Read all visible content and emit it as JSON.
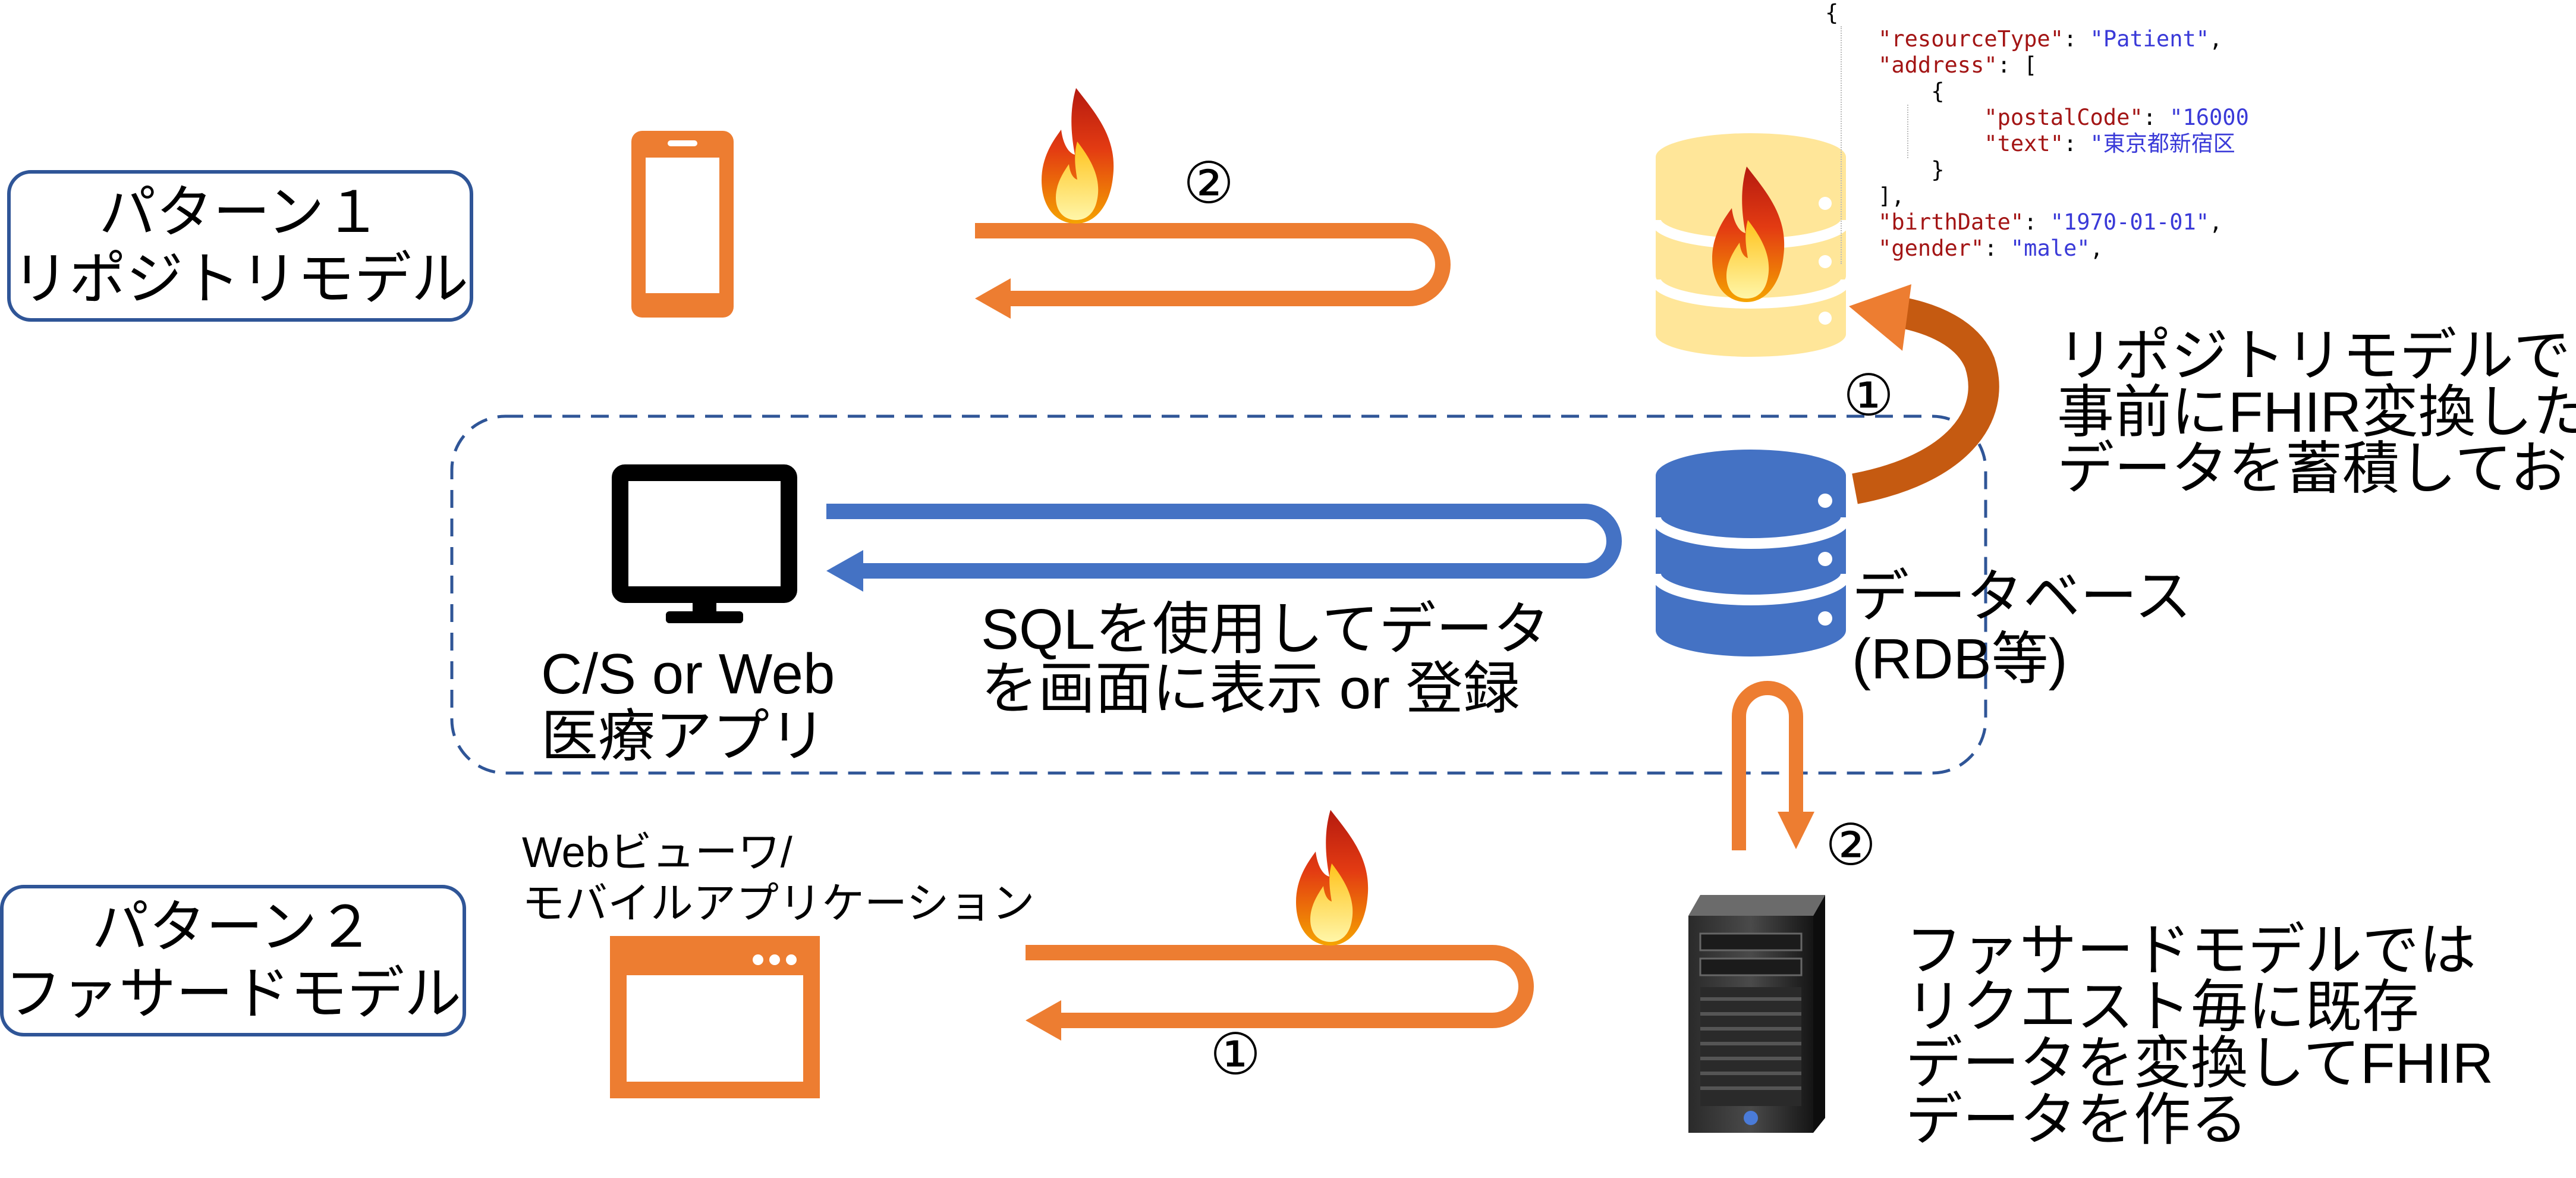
{
  "pattern1": {
    "line1": "パターン１",
    "line2": "リポジトリモデル"
  },
  "pattern2": {
    "line1": "パターン２",
    "line2": "ファサードモデル"
  },
  "legacy_app": {
    "line1": "C/S or Web",
    "line2": "医療アプリ"
  },
  "sql_text": {
    "line1": "SQLを使用してデータ",
    "line2": "を画面に表示 or 登録"
  },
  "database": {
    "line1": "データベース",
    "line2": "(RDB等)"
  },
  "web_viewer": {
    "line1": "Webビューワ/",
    "line2": "モバイルアプリケーション"
  },
  "repository_note": {
    "line1": "リポジトリモデルでは",
    "line2": "事前にFHIR変換した",
    "line3": "データを蓄積しておく"
  },
  "facade_note": {
    "line1": "ファサードモデルでは",
    "line2": "リクエスト毎に既存",
    "line3": "データを変換してFHIR",
    "line4": "データを作る"
  },
  "step_labels": {
    "top_arrow": "②",
    "repo_arrow": "①",
    "db_to_server": "②",
    "bottom_arrow": "①"
  },
  "json_sample": [
    {
      "indent": "",
      "key": "",
      "value": "{",
      "tail": ""
    },
    {
      "indent": "    ",
      "key": "\"resourceType\"",
      "value": "\"Patient\"",
      "tail": ","
    },
    {
      "indent": "    ",
      "key": "\"address\"",
      "value": "[",
      "tail": ""
    },
    {
      "indent": "        ",
      "key": "",
      "value": "{",
      "tail": ""
    },
    {
      "indent": "            ",
      "key": "\"postalCode\"",
      "value": "\"16000",
      "tail": ""
    },
    {
      "indent": "            ",
      "key": "\"text\"",
      "value": "\"東京都新宿区",
      "tail": ""
    },
    {
      "indent": "        ",
      "key": "",
      "value": "}",
      "tail": ""
    },
    {
      "indent": "    ",
      "key": "",
      "value": "],",
      "tail": ""
    },
    {
      "indent": "    ",
      "key": "\"birthDate\"",
      "value": "\"1970-01-01\"",
      "tail": ","
    },
    {
      "indent": "    ",
      "key": "\"gender\"",
      "value": "\"male\"",
      "tail": ","
    }
  ],
  "colors": {
    "orange": "#ED7D31",
    "blue": "#4472C4",
    "navy": "#2F5597",
    "black": "#000000",
    "db_gold": "#FFE699",
    "arrow_curve": "#C55A11"
  },
  "icons": [
    "smartphone-icon",
    "fire-icon",
    "database-icon",
    "monitor-icon",
    "browser-window-icon",
    "server-icon"
  ]
}
